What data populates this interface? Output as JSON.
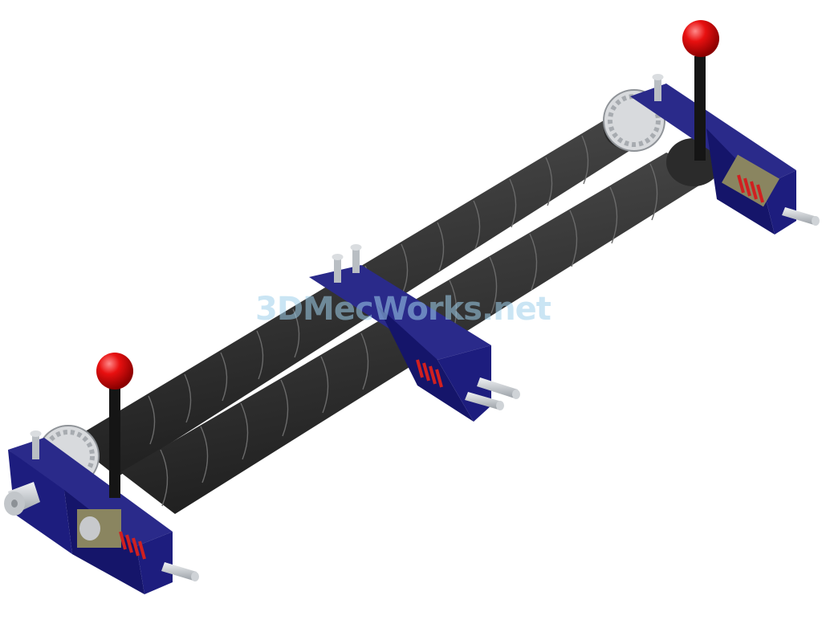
{
  "scene": {
    "description_label": "",
    "watermark_text": "3DMecWorks.net",
    "colors": {
      "background": "#ffffff",
      "roller": "#3b3b3b",
      "roller_highlight": "#5a5a5a",
      "roller_shadow": "#1f1f1f",
      "frame": "#1d1d7e",
      "frame_dark": "#0f0f55",
      "spring": "#d02020",
      "knob": "#e01010",
      "metal": "#c9ccd1",
      "plate": "#8a8560"
    },
    "parts": {
      "rollers": [
        "front-roller",
        "rear-roller"
      ],
      "bearing_blocks": [
        "left-block",
        "center-block",
        "right-block"
      ],
      "levers": [
        "left-lever",
        "right-lever"
      ],
      "sprockets": [
        "left-sprocket",
        "right-sprocket"
      ]
    }
  }
}
